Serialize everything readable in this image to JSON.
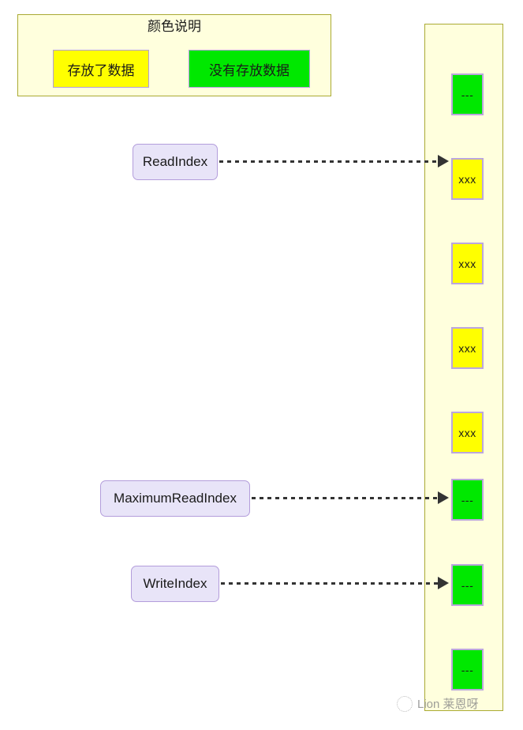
{
  "diagram": {
    "legend": {
      "title": "颜色说明",
      "items": [
        {
          "label": "存放了数据",
          "color": "#ffff00",
          "name": "stored"
        },
        {
          "label": "没有存放数据",
          "color": "#00e800",
          "name": "empty"
        }
      ]
    },
    "buffer": {
      "name": "ring-buffer-column",
      "background": "#ffffdd",
      "border_color": "#aaaa33",
      "slots": [
        {
          "index": 0,
          "text": "---",
          "state": "empty",
          "color": "#00e800"
        },
        {
          "index": 1,
          "text": "xxx",
          "state": "filled",
          "color": "#ffff00"
        },
        {
          "index": 2,
          "text": "xxx",
          "state": "filled",
          "color": "#ffff00"
        },
        {
          "index": 3,
          "text": "xxx",
          "state": "filled",
          "color": "#ffff00"
        },
        {
          "index": 4,
          "text": "xxx",
          "state": "filled",
          "color": "#ffff00"
        },
        {
          "index": 5,
          "text": "---",
          "state": "empty",
          "color": "#00e800"
        },
        {
          "index": 6,
          "text": "---",
          "state": "empty",
          "color": "#00e800"
        },
        {
          "index": 7,
          "text": "---",
          "state": "empty",
          "color": "#00e800"
        }
      ]
    },
    "pointers": [
      {
        "label": "ReadIndex",
        "target_slot": 1,
        "name": "readindex"
      },
      {
        "label": "MaximumReadIndex",
        "target_slot": 5,
        "name": "maximumreadindex"
      },
      {
        "label": "WriteIndex",
        "target_slot": 6,
        "name": "writeindex"
      }
    ],
    "pointer_box_fill": "#e8e4f8",
    "pointer_box_border": "#b39ddb",
    "connector_color": "#333333"
  },
  "watermark": {
    "text": "Lion 莱恩呀",
    "icon": "avatar-circle-icon"
  }
}
